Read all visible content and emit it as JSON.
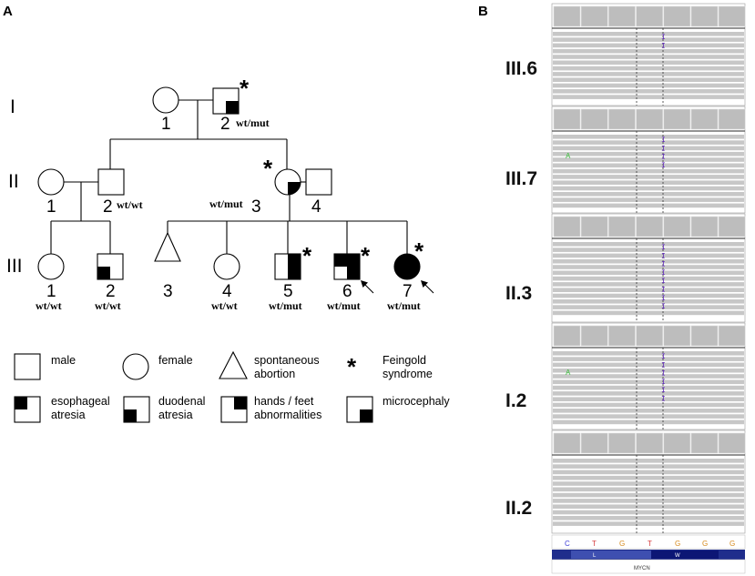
{
  "panels": {
    "a": "A",
    "b": "B"
  },
  "generations": {
    "g1": "I",
    "g2": "II",
    "g3": "III"
  },
  "individuals": {
    "I1": {
      "number": "1",
      "genotype": ""
    },
    "I2": {
      "number": "2",
      "genotype": "wt/mut"
    },
    "II1": {
      "number": "1",
      "genotype": ""
    },
    "II2": {
      "number": "2",
      "genotype": "wt/wt"
    },
    "II3": {
      "number": "3",
      "genotype": "wt/mut"
    },
    "II4": {
      "number": "4",
      "genotype": ""
    },
    "III1": {
      "number": "1",
      "genotype": "wt/wt"
    },
    "III2": {
      "number": "2",
      "genotype": "wt/wt"
    },
    "III3": {
      "number": "3",
      "genotype": ""
    },
    "III4": {
      "number": "4",
      "genotype": "wt/wt"
    },
    "III5": {
      "number": "5",
      "genotype": "wt/mut"
    },
    "III6": {
      "number": "6",
      "genotype": "wt/mut"
    },
    "III7": {
      "number": "7",
      "genotype": "wt/mut"
    }
  },
  "star": "*",
  "legend": {
    "male": "male",
    "female": "female",
    "abortion_1": "spontaneous",
    "abortion_2": "abortion",
    "feingold_1": "Feingold",
    "feingold_2": "syndrome",
    "esophageal_1": "esophageal",
    "esophageal_2": "atresia",
    "duodenal_1": "duodenal",
    "duodenal_2": "atresia",
    "hands_1": "hands / feet",
    "hands_2": "abnormalities",
    "microcephaly": "microcephaly"
  },
  "igv": {
    "tracks": [
      {
        "label": "III.6"
      },
      {
        "label": "III.7"
      },
      {
        "label": "II.3"
      },
      {
        "label": "I.2"
      },
      {
        "label": "II.2"
      }
    ],
    "insertion_mark": "I",
    "mismatch_base": "A",
    "reference_bases": [
      {
        "base": "C",
        "color": "#3b3bd6"
      },
      {
        "base": "T",
        "color": "#d63b3b"
      },
      {
        "base": "G",
        "color": "#d68a1c"
      },
      {
        "base": "T",
        "color": "#d63b3b"
      },
      {
        "base": "G",
        "color": "#d68a1c"
      },
      {
        "base": "G",
        "color": "#d68a1c"
      },
      {
        "base": "G",
        "color": "#d68a1c"
      }
    ],
    "amino_acids": {
      "aa1": "L",
      "aa2": "W"
    },
    "gene": "MYCN"
  }
}
